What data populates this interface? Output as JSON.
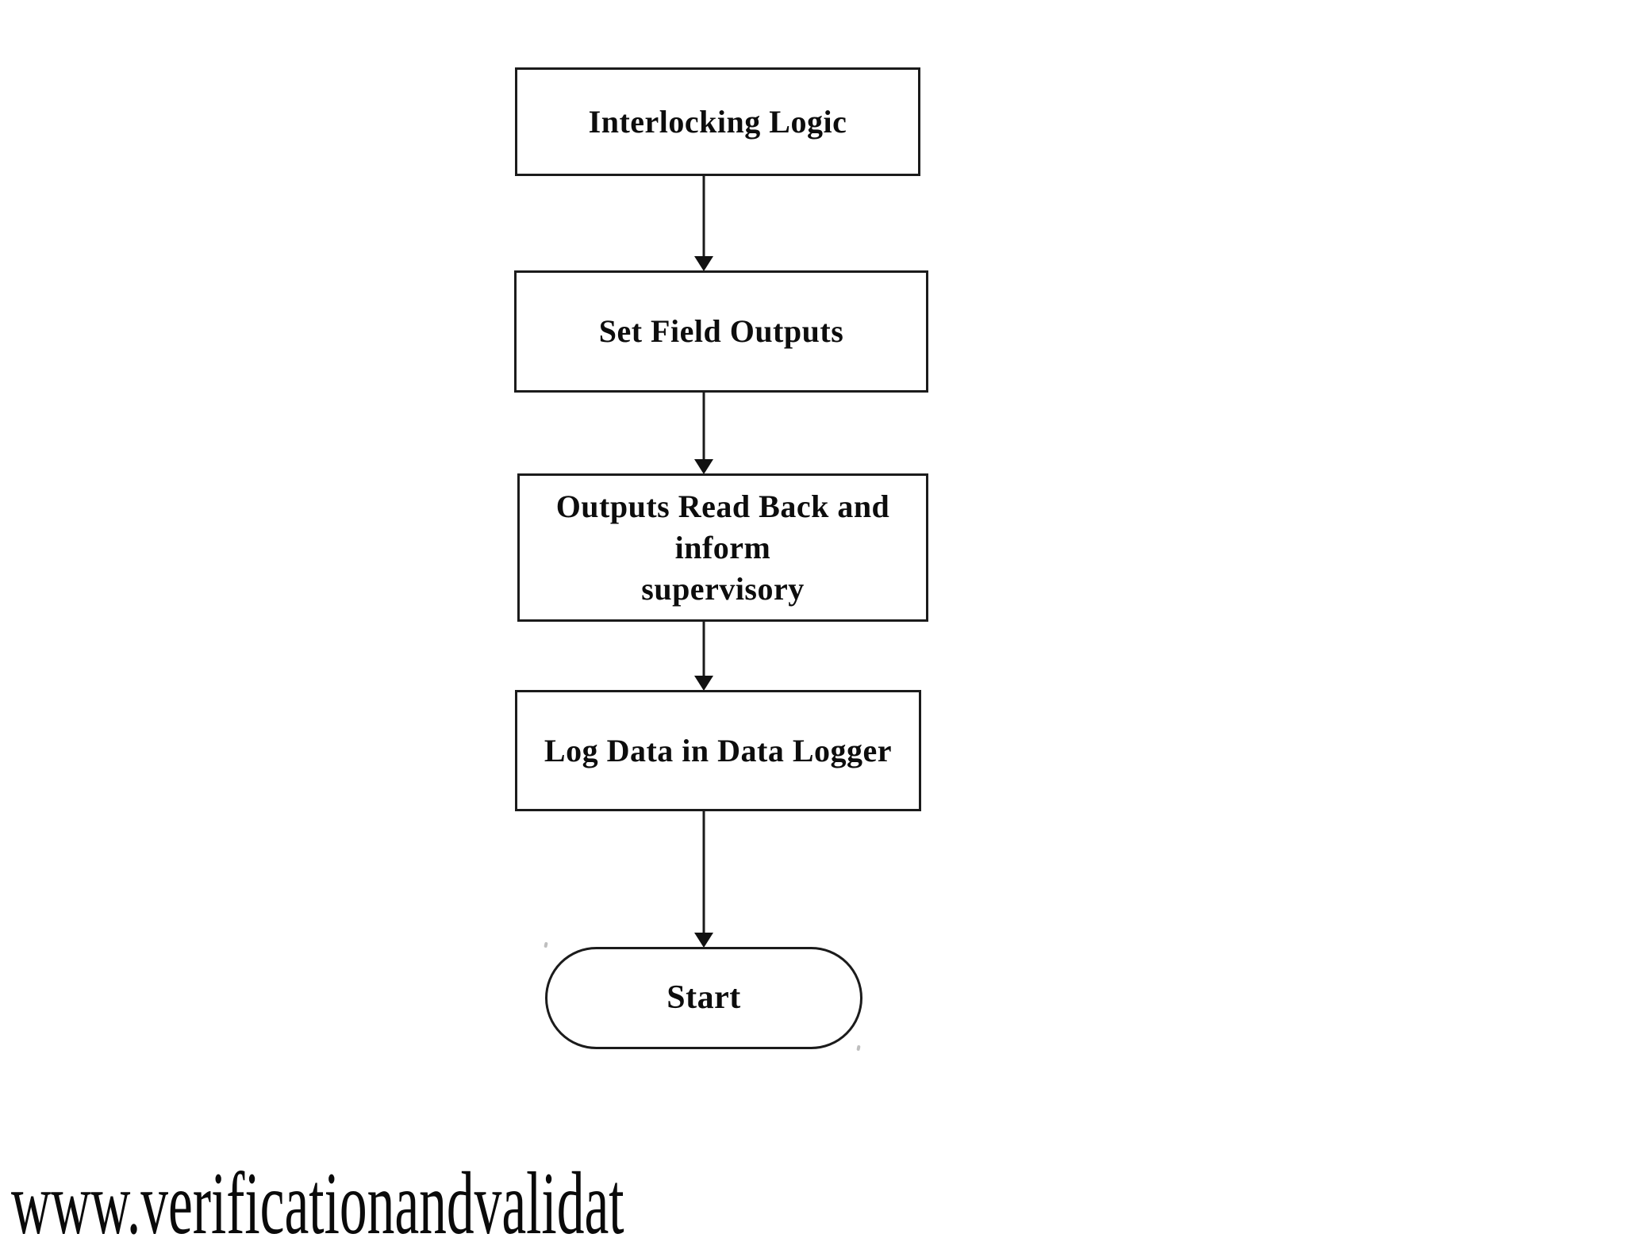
{
  "page": {
    "background_color": "#ffffff",
    "line_color": "#1b1b1b",
    "text_color": "#0d0d0d"
  },
  "flowchart": {
    "nodes": [
      {
        "id": "interlocking-logic",
        "shape": "rectangle",
        "label": "Interlocking Logic"
      },
      {
        "id": "set-field-outputs",
        "shape": "rectangle",
        "label": "Set Field Outputs"
      },
      {
        "id": "outputs-read-back",
        "shape": "rectangle",
        "label": "Outputs Read Back and inform supervisory",
        "line1": "Outputs Read Back and inform",
        "line2": "supervisory"
      },
      {
        "id": "log-data-logger",
        "shape": "rectangle",
        "label": "Log Data in Data Logger"
      },
      {
        "id": "start",
        "shape": "terminator",
        "label": "Start"
      }
    ],
    "connections": [
      {
        "from": "interlocking-logic",
        "to": "set-field-outputs"
      },
      {
        "from": "set-field-outputs",
        "to": "outputs-read-back"
      },
      {
        "from": "outputs-read-back",
        "to": "log-data-logger"
      },
      {
        "from": "log-data-logger",
        "to": "start"
      }
    ]
  },
  "watermark": {
    "text": "www.verificationandvalidat"
  }
}
